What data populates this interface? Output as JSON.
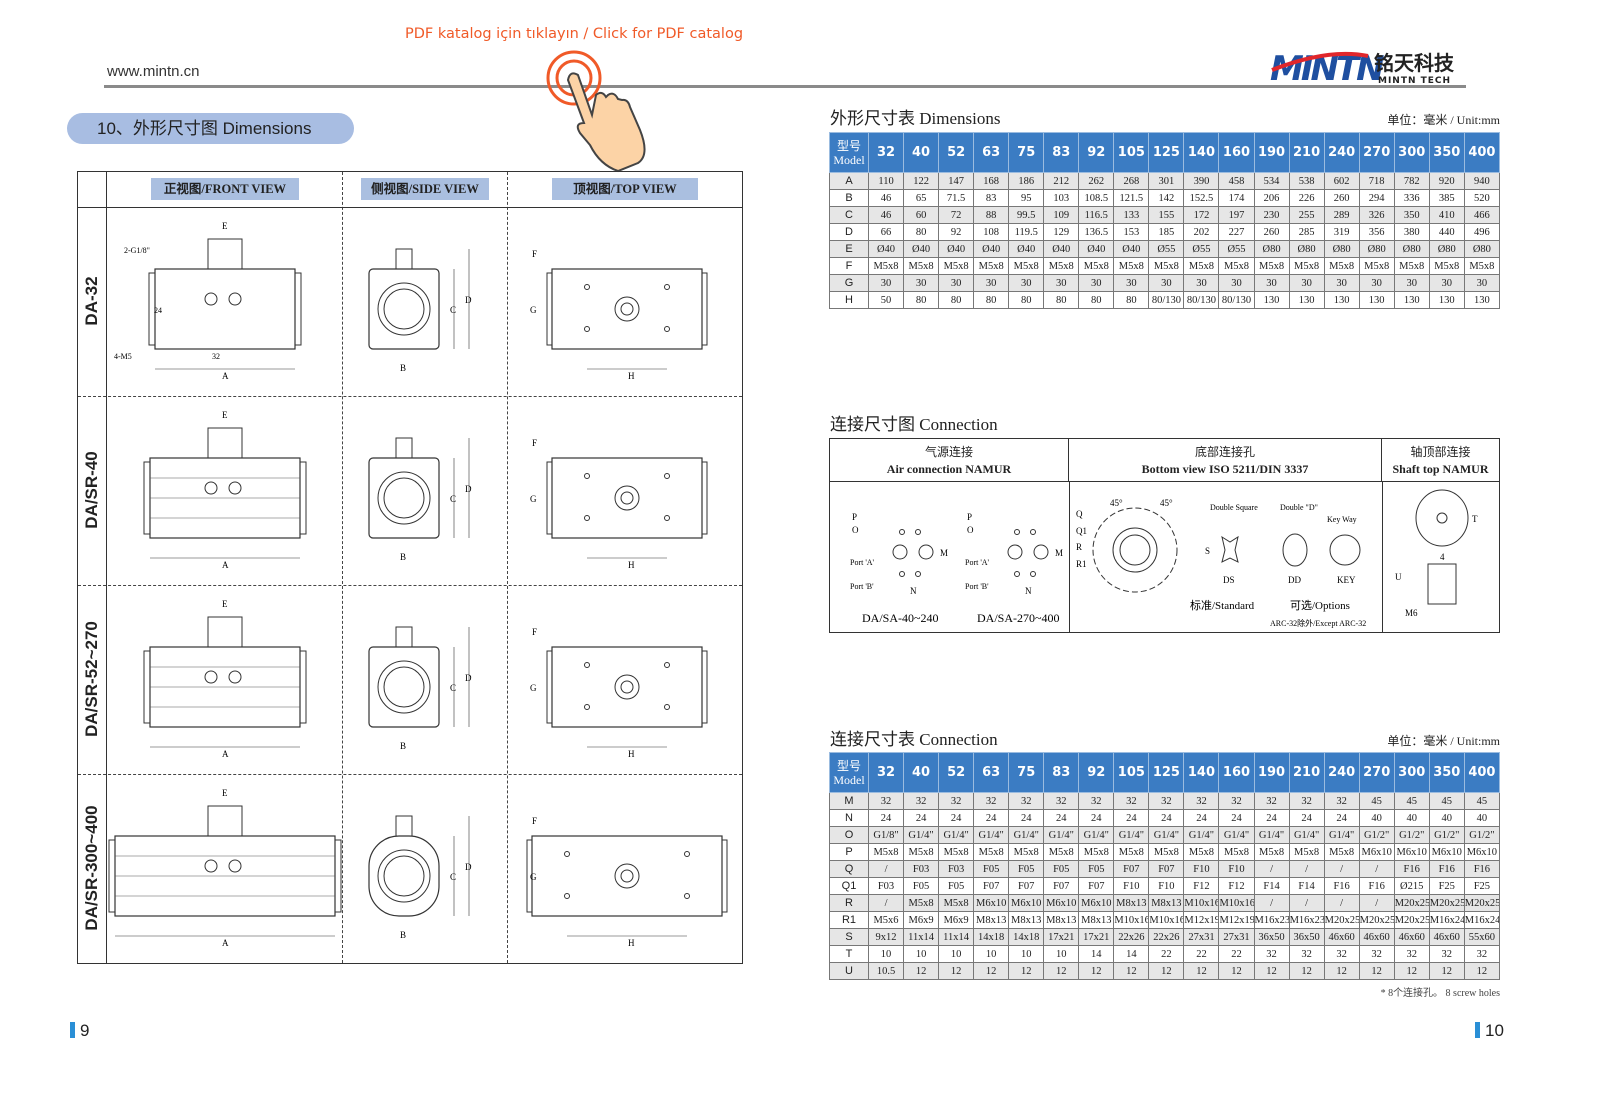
{
  "header": {
    "url": "www.mintn.cn",
    "pdf_link": "PDF katalog için tıklayın / Click for PDF catalog",
    "logo_brand": "MINTN",
    "logo_cn": "铭天科技",
    "logo_en": "MINTN TECH"
  },
  "left": {
    "section_title": "10、外形尺寸图 Dimensions",
    "views": [
      "正视图/FRONT VIEW",
      "侧视图/SIDE VIEW",
      "顶视图/TOP VIEW"
    ],
    "models": [
      "DA-32",
      "DA/SR-40",
      "DA/SR-52~270",
      "DA/SR-300~400"
    ],
    "callouts": {
      "c1": "2-G1/8\"",
      "c2": "4-M5",
      "c3": "24",
      "c4": "32"
    },
    "dim_letters": {
      "a": "A",
      "b": "B",
      "c": "C",
      "d": "D",
      "e": "E",
      "f": "F",
      "g": "G",
      "h": "H"
    }
  },
  "dimensions": {
    "title": "外形尺寸表 Dimensions",
    "unit": "单位：毫米 / Unit:mm",
    "model_cn": "型号",
    "model_en": "Model",
    "models": [
      "32",
      "40",
      "52",
      "63",
      "75",
      "83",
      "92",
      "105",
      "125",
      "140",
      "160",
      "190",
      "210",
      "240",
      "270",
      "300",
      "350",
      "400"
    ],
    "rows": [
      {
        "k": "A",
        "v": [
          "110",
          "122",
          "147",
          "168",
          "186",
          "212",
          "262",
          "268",
          "301",
          "390",
          "458",
          "534",
          "538",
          "602",
          "718",
          "782",
          "920",
          "940"
        ]
      },
      {
        "k": "B",
        "v": [
          "46",
          "65",
          "71.5",
          "83",
          "95",
          "103",
          "108.5",
          "121.5",
          "142",
          "152.5",
          "174",
          "206",
          "226",
          "260",
          "294",
          "336",
          "385",
          "520"
        ]
      },
      {
        "k": "C",
        "v": [
          "46",
          "60",
          "72",
          "88",
          "99.5",
          "109",
          "116.5",
          "133",
          "155",
          "172",
          "197",
          "230",
          "255",
          "289",
          "326",
          "350",
          "410",
          "466"
        ]
      },
      {
        "k": "D",
        "v": [
          "66",
          "80",
          "92",
          "108",
          "119.5",
          "129",
          "136.5",
          "153",
          "185",
          "202",
          "227",
          "260",
          "285",
          "319",
          "356",
          "380",
          "440",
          "496"
        ]
      },
      {
        "k": "E",
        "v": [
          "Ø40",
          "Ø40",
          "Ø40",
          "Ø40",
          "Ø40",
          "Ø40",
          "Ø40",
          "Ø40",
          "Ø55",
          "Ø55",
          "Ø55",
          "Ø80",
          "Ø80",
          "Ø80",
          "Ø80",
          "Ø80",
          "Ø80",
          "Ø80"
        ]
      },
      {
        "k": "F",
        "v": [
          "M5x8",
          "M5x8",
          "M5x8",
          "M5x8",
          "M5x8",
          "M5x8",
          "M5x8",
          "M5x8",
          "M5x8",
          "M5x8",
          "M5x8",
          "M5x8",
          "M5x8",
          "M5x8",
          "M5x8",
          "M5x8",
          "M5x8",
          "M5x8"
        ]
      },
      {
        "k": "G",
        "v": [
          "30",
          "30",
          "30",
          "30",
          "30",
          "30",
          "30",
          "30",
          "30",
          "30",
          "30",
          "30",
          "30",
          "30",
          "30",
          "30",
          "30",
          "30"
        ]
      },
      {
        "k": "H",
        "v": [
          "50",
          "80",
          "80",
          "80",
          "80",
          "80",
          "80",
          "80",
          "80/130",
          "80/130",
          "80/130",
          "130",
          "130",
          "130",
          "130",
          "130",
          "130",
          "130"
        ]
      }
    ]
  },
  "connection_diagram": {
    "title": "连接尺寸图 Connection",
    "air_cn": "气源连接",
    "air_en": "Air connection NAMUR",
    "bottom_cn": "底部连接孔",
    "bottom_en": "Bottom view ISO 5211/DIN 3337",
    "shaft_cn": "轴顶部连接",
    "shaft_en": "Shaft top NAMUR",
    "air_labels": {
      "p": "P",
      "o": "O",
      "pa": "Port 'A'",
      "pb": "Port 'B'",
      "n": "N",
      "m": "M"
    },
    "air_caption1": "DA/SA-40~240",
    "air_caption2": "DA/SA-270~400",
    "bottom_labels": {
      "q": "Q",
      "q1": "Q1",
      "r": "R",
      "r1": "R1",
      "a45": "45°",
      "s": "S"
    },
    "ds_title": "Double Square",
    "dd_title": "Double \"D\"",
    "key_title": "Key Way",
    "ds": "DS",
    "dd": "DD",
    "key": "KEY",
    "standard": "标准/Standard",
    "options": "可选/Options",
    "except": "ARC-32除外/Except ARC-32",
    "shaft_labels": {
      "t": "T",
      "u": "U",
      "four": "4",
      "m6": "M6"
    }
  },
  "connection": {
    "title": "连接尺寸表 Connection",
    "unit": "单位：毫米 / Unit:mm",
    "rows": [
      {
        "k": "M",
        "v": [
          "32",
          "32",
          "32",
          "32",
          "32",
          "32",
          "32",
          "32",
          "32",
          "32",
          "32",
          "32",
          "32",
          "32",
          "45",
          "45",
          "45",
          "45"
        ]
      },
      {
        "k": "N",
        "v": [
          "24",
          "24",
          "24",
          "24",
          "24",
          "24",
          "24",
          "24",
          "24",
          "24",
          "24",
          "24",
          "24",
          "24",
          "40",
          "40",
          "40",
          "40"
        ]
      },
      {
        "k": "O",
        "v": [
          "G1/8\"",
          "G1/4\"",
          "G1/4\"",
          "G1/4\"",
          "G1/4\"",
          "G1/4\"",
          "G1/4\"",
          "G1/4\"",
          "G1/4\"",
          "G1/4\"",
          "G1/4\"",
          "G1/4\"",
          "G1/4\"",
          "G1/4\"",
          "G1/2\"",
          "G1/2\"",
          "G1/2\"",
          "G1/2\""
        ]
      },
      {
        "k": "P",
        "v": [
          "M5x8",
          "M5x8",
          "M5x8",
          "M5x8",
          "M5x8",
          "M5x8",
          "M5x8",
          "M5x8",
          "M5x8",
          "M5x8",
          "M5x8",
          "M5x8",
          "M5x8",
          "M5x8",
          "M6x10",
          "M6x10",
          "M6x10",
          "M6x10"
        ]
      },
      {
        "k": "Q",
        "v": [
          "/",
          "F03",
          "F03",
          "F05",
          "F05",
          "F05",
          "F05",
          "F07",
          "F07",
          "F10",
          "F10",
          "/",
          "/",
          "/",
          "/",
          "F16",
          "F16",
          "F16"
        ]
      },
      {
        "k": "Q1",
        "v": [
          "F03",
          "F05",
          "F05",
          "F07",
          "F07",
          "F07",
          "F07",
          "F10",
          "F10",
          "F12",
          "F12",
          "F14",
          "F14",
          "F16",
          "F16",
          "Ø215",
          "F25",
          "F25"
        ]
      },
      {
        "k": "R",
        "v": [
          "/",
          "M5x8",
          "M5x8",
          "M6x10",
          "M6x10",
          "M6x10",
          "M6x10",
          "M8x13",
          "M8x13",
          "M10x16",
          "M10x16",
          "/",
          "/",
          "/",
          "/",
          "M20x25",
          "M20x25",
          "M20x25"
        ]
      },
      {
        "k": "R1",
        "v": [
          "M5x6",
          "M6x9",
          "M6x9",
          "M8x13",
          "M8x13",
          "M8x13",
          "M8x13",
          "M10x16",
          "M10x16",
          "M12x19",
          "M12x19",
          "M16x23",
          "M16x23",
          "M20x25",
          "M20x25",
          "M20x25",
          "M16x24*",
          "M16x24*"
        ]
      },
      {
        "k": "S",
        "v": [
          "9x12",
          "11x14",
          "11x14",
          "14x18",
          "14x18",
          "17x21",
          "17x21",
          "22x26",
          "22x26",
          "27x31",
          "27x31",
          "36x50",
          "36x50",
          "46x60",
          "46x60",
          "46x60",
          "46x60",
          "55x60"
        ]
      },
      {
        "k": "T",
        "v": [
          "10",
          "10",
          "10",
          "10",
          "10",
          "10",
          "14",
          "14",
          "22",
          "22",
          "22",
          "32",
          "32",
          "32",
          "32",
          "32",
          "32",
          "32"
        ]
      },
      {
        "k": "U",
        "v": [
          "10.5",
          "12",
          "12",
          "12",
          "12",
          "12",
          "12",
          "12",
          "12",
          "12",
          "12",
          "12",
          "12",
          "12",
          "12",
          "12",
          "12",
          "12"
        ]
      }
    ],
    "footnote": "* 8个连接孔。 8 screw holes"
  },
  "pages": {
    "left": "9",
    "right": "10"
  },
  "colors": {
    "accent": "#3b7cc3",
    "link": "#f05a28",
    "pill": "#a8bde2",
    "page_bar": "#2a8fd6"
  }
}
